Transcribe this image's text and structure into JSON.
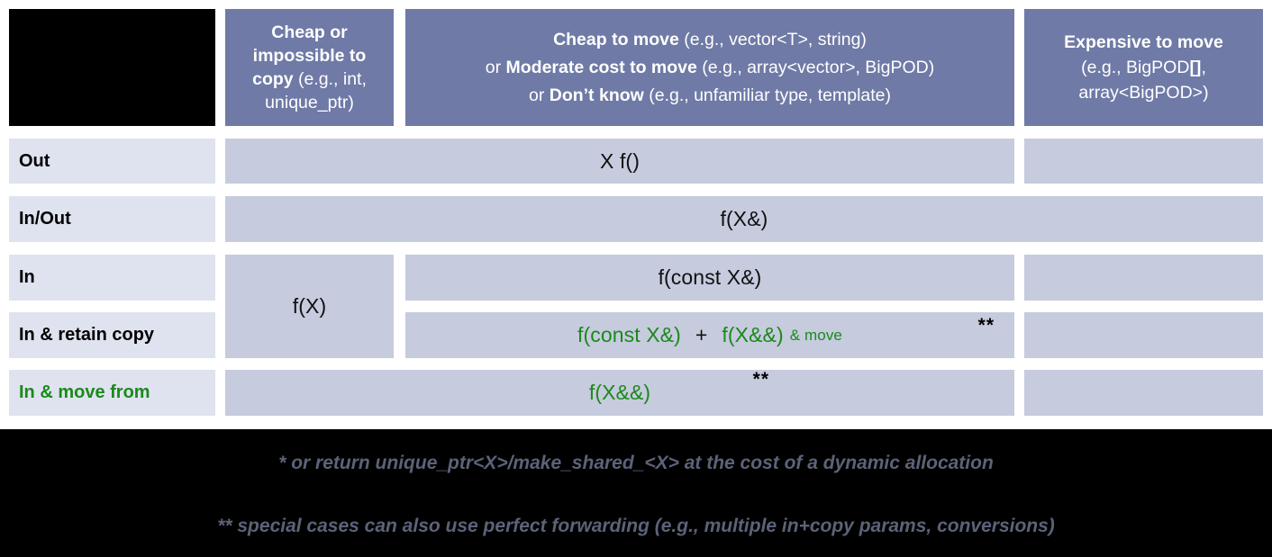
{
  "figure": {
    "title": "C++ parameter passing / return guidelines table",
    "colors": {
      "header_blue": "#6f7aa6",
      "row_label_bg": "#dfe3ef",
      "cell_bg": "#c6cbde",
      "green": "#1a8a1a",
      "black": "#000000",
      "footer_text": "#5c6278",
      "page_bg": "#ffffff"
    }
  },
  "header": {
    "corner": "",
    "columns": [
      {
        "id": "cheap-or-impossible-to-copy",
        "lines": [
          {
            "bold": "Cheap or",
            "plain": ""
          },
          {
            "bold": "impossible to",
            "plain": ""
          },
          {
            "bold": "copy",
            "plain": " (e.g., int,"
          },
          {
            "bold": "",
            "plain": "unique_ptr)"
          }
        ],
        "text": "Cheap or impossible to copy (e.g., int, unique_ptr)"
      },
      {
        "id": "cheap-to-move",
        "lines": [
          {
            "bold": "Cheap to move",
            "plain": " (e.g., vector<T>, string)"
          },
          {
            "prefix": "or ",
            "bold": "Moderate cost to move",
            "plain": " (e.g., array<vector>, BigPOD)"
          },
          {
            "prefix": "or ",
            "bold": "Don’t know",
            "plain": " (e.g., unfamiliar type, template)"
          }
        ],
        "text": "Cheap to move (e.g., vector<T>, string) or Moderate cost to move (e.g., array<vector>, BigPOD) or Don’t know (e.g., unfamiliar type, template)"
      },
      {
        "id": "expensive-to-move",
        "lines": [
          {
            "bold": "Expensive to move",
            "plain": ""
          },
          {
            "bold": "",
            "plain": "(e.g., BigPOD[],"
          },
          {
            "bold": "",
            "plain": "array<BigPOD>)"
          }
        ],
        "text": "Expensive to move (e.g., BigPOD[], array<BigPOD>)"
      }
    ]
  },
  "rows": [
    {
      "id": "out",
      "label": "Out",
      "label_green": false
    },
    {
      "id": "in-out",
      "label": "In/Out",
      "label_green": false
    },
    {
      "id": "in",
      "label": "In",
      "label_green": false
    },
    {
      "id": "in-retain-copy",
      "label": "In & retain copy",
      "label_green": false
    },
    {
      "id": "in-move-from",
      "label": "In & move from",
      "label_green": true
    }
  ],
  "cells": {
    "out": {
      "value": "X f()",
      "green": false,
      "note": ""
    },
    "in_out": {
      "value": "f(X&)",
      "green": false,
      "note": ""
    },
    "in_copyable": {
      "value": "f(X)",
      "green": false,
      "note": ""
    },
    "in_const_ref": {
      "value": "f(const X&)",
      "green": false,
      "note": ""
    },
    "retain_a": {
      "value": "f(const X&)",
      "green": true,
      "note": ""
    },
    "retain_plus": {
      "value": "+",
      "green": false,
      "note": ""
    },
    "retain_b": {
      "value": "f(X&&)",
      "green": true,
      "note": ""
    },
    "retain_b_suffix": {
      "value": "& move",
      "green": true,
      "note": ""
    },
    "retain_star": {
      "value": "**"
    },
    "move_from": {
      "value": "f(X&&)",
      "green": true,
      "note": ""
    },
    "move_from_star": {
      "value": "**"
    }
  },
  "footnotes": [
    "* or return unique_ptr<X>/make_shared_<X> at the cost of a dynamic allocation",
    "** special cases can also use perfect forwarding (e.g., multiple in+copy params, conversions)"
  ]
}
